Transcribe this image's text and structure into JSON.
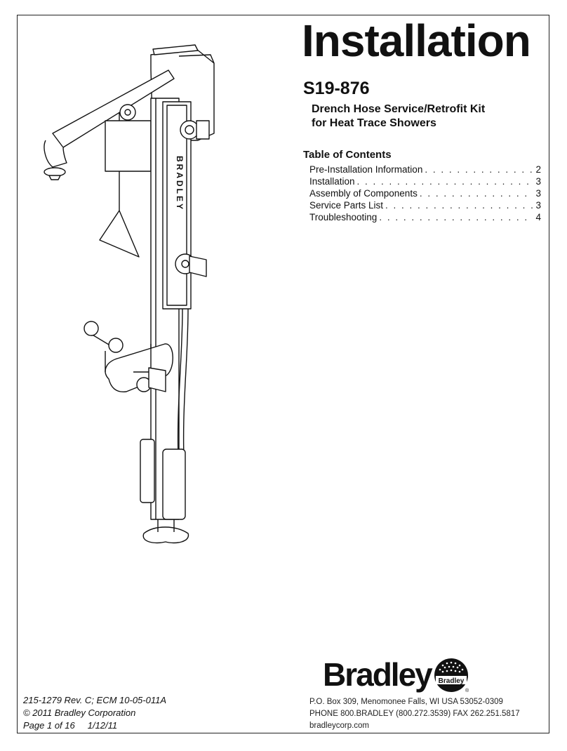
{
  "header": {
    "title": "Installation",
    "model": "S19-876",
    "subtitle_line1": "Drench Hose Service/Retrofit Kit",
    "subtitle_line2": "for Heat Trace Showers"
  },
  "illustration": {
    "column_label": "BRADLEY",
    "icon": "safety-shower-illustration"
  },
  "toc": {
    "heading": "Table of Contents",
    "items": [
      {
        "label": "Pre-Installation Information",
        "page": "2"
      },
      {
        "label": "Installation",
        "page": "3"
      },
      {
        "label": "Assembly of Components",
        "page": "3"
      },
      {
        "label": "Service Parts List",
        "page": "3"
      },
      {
        "label": "Troubleshooting",
        "page": "4"
      }
    ]
  },
  "brand": {
    "wordmark": "Bradley",
    "logo_text": "Bradley",
    "registered": "®"
  },
  "address": {
    "line1": "P.O. Box 309, Menomonee Falls, WI  USA  53052-0309",
    "line2": "PHONE 800.BRADLEY (800.272.3539)  FAX 262.251.5817",
    "line3": "bradleycorp.com"
  },
  "docinfo": {
    "line1": "215-1279 Rev. C; ECM 10-05-011A",
    "line2": "© 2011 Bradley Corporation",
    "page": "Page 1 of 16",
    "date": "1/12/11"
  }
}
